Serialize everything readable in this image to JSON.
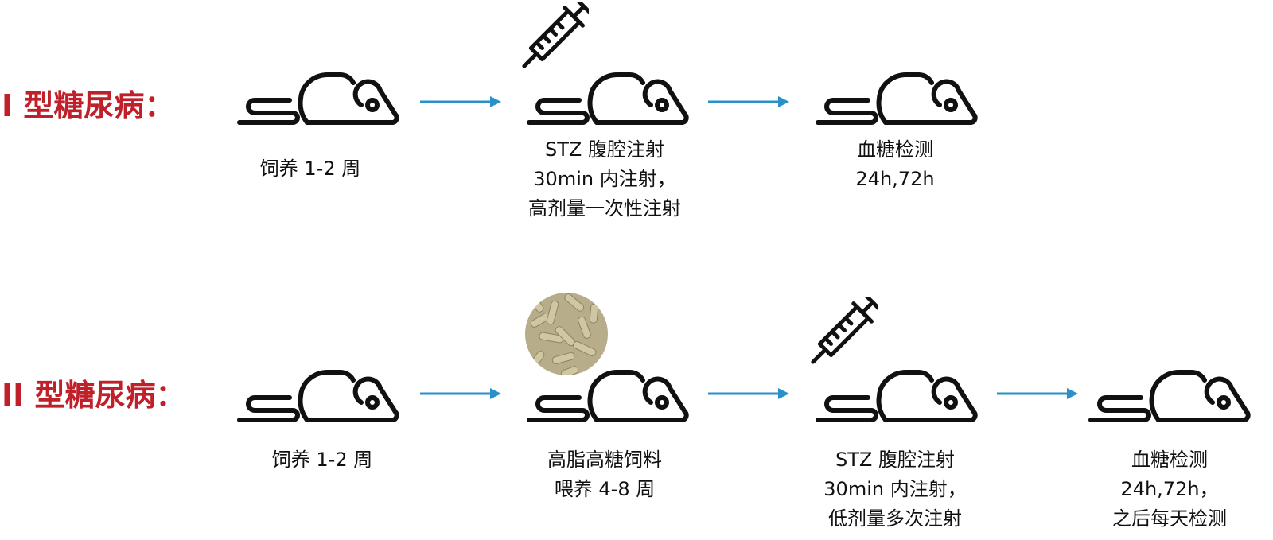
{
  "colors": {
    "title": "#c0202a",
    "arrow": "#2a90c8",
    "icon": "#111111"
  },
  "type1": {
    "title": "I 型糖尿病：",
    "steps": [
      {
        "lines": [
          "饲养 1-2 周"
        ],
        "icon": "mouse-icon"
      },
      {
        "lines": [
          "STZ 腹腔注射",
          "30min 内注射，",
          "高剂量一次性注射"
        ],
        "icon": "mouse-syringe-icon"
      },
      {
        "lines": [
          "血糖检测",
          "24h,72h"
        ],
        "icon": "mouse-icon"
      }
    ]
  },
  "type2": {
    "title": "II 型糖尿病：",
    "steps": [
      {
        "lines": [
          "饲养 1-2 周"
        ],
        "icon": "mouse-icon"
      },
      {
        "lines": [
          "高脂高糖饲料",
          "喂养 4-8 周"
        ],
        "icon": "mouse-feed-icon"
      },
      {
        "lines": [
          "STZ 腹腔注射",
          "30min 内注射，",
          "低剂量多次注射"
        ],
        "icon": "mouse-syringe-icon"
      },
      {
        "lines": [
          "血糖检测",
          "24h,72h，",
          "之后每天检测"
        ],
        "icon": "mouse-icon"
      }
    ]
  }
}
